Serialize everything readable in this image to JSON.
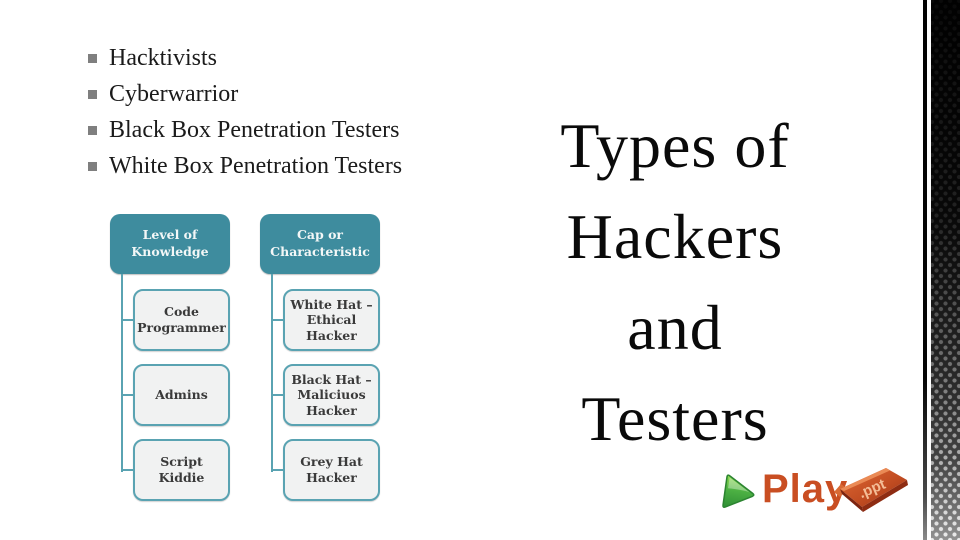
{
  "slide": {
    "bullets": [
      "Hacktivists",
      "Cyberwarrior",
      "Black Box Penetration Testers",
      "White Box Penetration Testers"
    ],
    "title_lines": [
      "Types of",
      "Hackers",
      "and",
      "Testers"
    ],
    "play": {
      "label": "Play",
      "file_badge": ".ppt"
    }
  },
  "diagram": {
    "columns": [
      {
        "header": "Level of Knowledge",
        "children": [
          "Code Programmer",
          "Admins",
          "Script Kiddie"
        ]
      },
      {
        "header": "Cap or Characteristic",
        "children": [
          "White Hat – Ethical Hacker",
          "Black Hat – Maliciuos Hacker",
          "Grey Hat Hacker"
        ]
      }
    ]
  },
  "colors": {
    "header_teal": "#3e8c9e",
    "connector_teal": "#5aa3b2",
    "child_fill": "#f1f2f2",
    "bullet_gray": "#7f7f7f",
    "title_black": "#0a0a0a",
    "play_orange": "#c94e22",
    "play_green": "#4cb043",
    "ppt_red": "#c24d22"
  }
}
